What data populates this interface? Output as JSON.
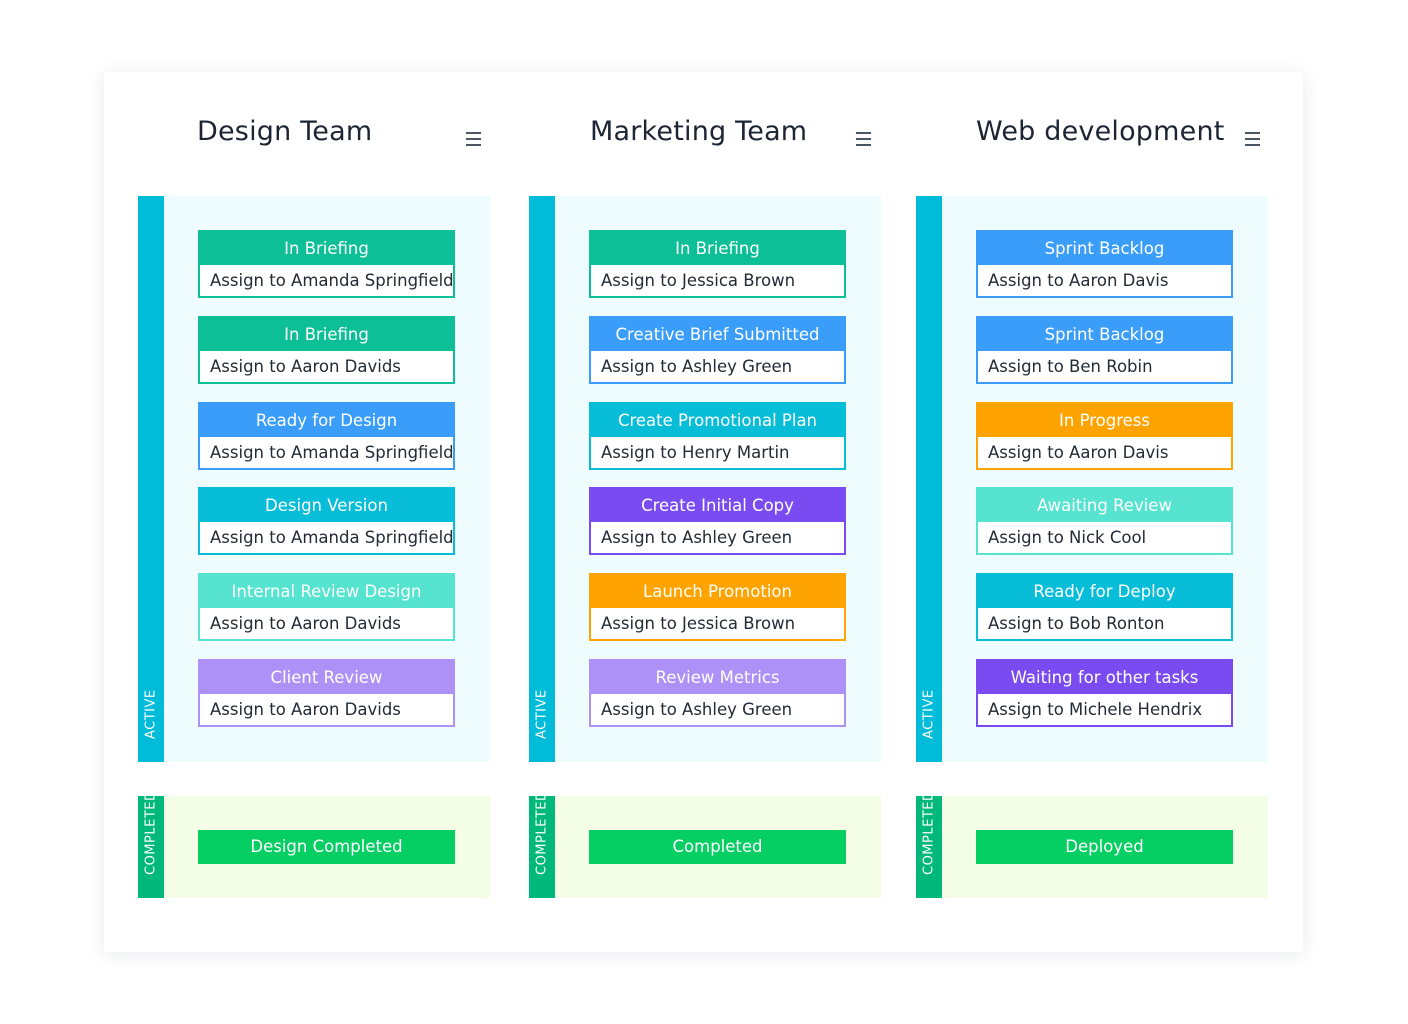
{
  "lane_labels": {
    "active": "ACTIVE",
    "completed": "COMPLETED"
  },
  "colors": {
    "teal": "#0dbf96",
    "blue": "#3a9dfa",
    "cyan": "#07bdd8",
    "mint": "#56e4d0",
    "lavender": "#ae91f7",
    "purple": "#7a4bf0",
    "orange": "#ffa300",
    "green": "#05cf63"
  },
  "columns": [
    {
      "title": "Design Team",
      "menu_icon": "hamburger-menu-icon",
      "cards": [
        {
          "status": "In Briefing",
          "assignee": "Assign to Amanda Springfield",
          "color": "#0dbf96"
        },
        {
          "status": "In Briefing",
          "assignee": "Assign to Aaron Davids",
          "color": "#0dbf96"
        },
        {
          "status": "Ready for Design",
          "assignee": "Assign to Amanda Springfield",
          "color": "#3a9dfa"
        },
        {
          "status": "Design Version",
          "assignee": "Assign to Amanda Springfield",
          "color": "#07bdd8"
        },
        {
          "status": "Internal Review Design",
          "assignee": "Assign to Aaron Davids",
          "color": "#56e4d0"
        },
        {
          "status": "Client Review",
          "assignee": "Assign to Aaron Davids",
          "color": "#ae91f7"
        }
      ],
      "completed": "Design Completed"
    },
    {
      "title": "Marketing Team",
      "menu_icon": "hamburger-menu-icon",
      "cards": [
        {
          "status": "In Briefing",
          "assignee": "Assign to Jessica Brown",
          "color": "#0dbf96"
        },
        {
          "status": "Creative Brief Submitted",
          "assignee": "Assign to Ashley Green",
          "color": "#3a9dfa"
        },
        {
          "status": "Create Promotional Plan",
          "assignee": "Assign to Henry Martin",
          "color": "#07bdd8"
        },
        {
          "status": "Create Initial Copy",
          "assignee": "Assign to Ashley Green",
          "color": "#7a4bf0"
        },
        {
          "status": "Launch Promotion",
          "assignee": "Assign to Jessica Brown",
          "color": "#ffa300"
        },
        {
          "status": "Review Metrics",
          "assignee": "Assign to Ashley Green",
          "color": "#ae91f7"
        }
      ],
      "completed": "Completed"
    },
    {
      "title": "Web development",
      "menu_icon": "hamburger-menu-icon",
      "cards": [
        {
          "status": "Sprint Backlog",
          "assignee": "Assign to Aaron Davis",
          "color": "#3a9dfa"
        },
        {
          "status": "Sprint Backlog",
          "assignee": "Assign to Ben Robin",
          "color": "#3a9dfa"
        },
        {
          "status": "In Progress",
          "assignee": "Assign to Aaron Davis",
          "color": "#ffa300"
        },
        {
          "status": "Awaiting Review",
          "assignee": "Assign to Nick Cool",
          "color": "#56e4d0"
        },
        {
          "status": "Ready for Deploy",
          "assignee": "Assign to Bob Ronton",
          "color": "#07bdd8"
        },
        {
          "status": "Waiting for other tasks",
          "assignee": "Assign to Michele Hendrix",
          "color": "#7a4bf0"
        }
      ],
      "completed": "Deployed"
    }
  ]
}
